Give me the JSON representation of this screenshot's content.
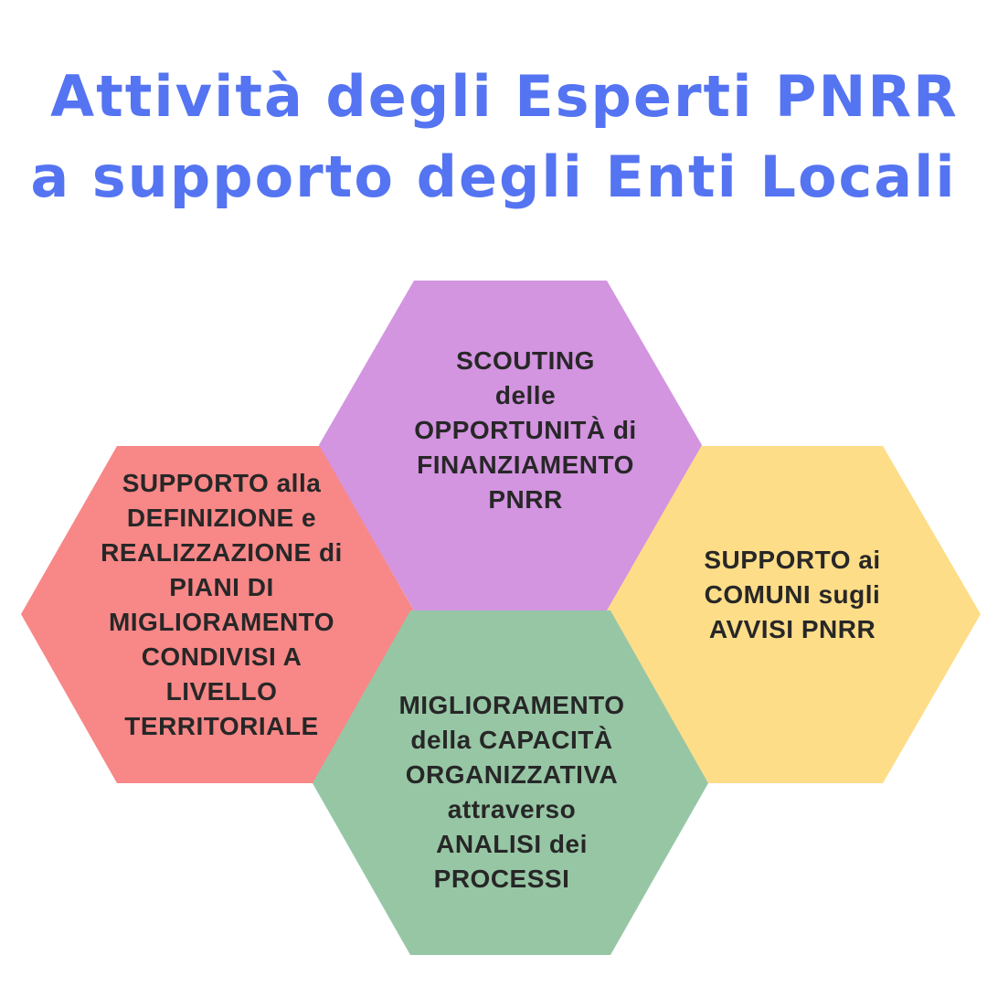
{
  "title": {
    "line1": "Attività degli Esperti PNRR",
    "line2": "a supporto degli Enti Locali",
    "color": "#5574f2"
  },
  "hexagons": [
    {
      "id": "scouting",
      "color": "#d394e0",
      "lines": [
        "SCOUTING",
        "delle",
        "OPPORTUNITÀ di",
        "FINANZIAMENTO",
        "PNRR"
      ]
    },
    {
      "id": "piani",
      "color": "#f88787",
      "lines": [
        "SUPPORTO alla",
        "DEFINIZIONE e",
        "REALIZZAZIONE di",
        "PIANI DI",
        "MIGLIORAMENTO",
        "CONDIVISI A",
        "LIVELLO",
        "TERRITORIALE"
      ]
    },
    {
      "id": "avvisi",
      "color": "#fedd88",
      "lines": [
        "SUPPORTO ai",
        "COMUNI sugli",
        "AVVISI PNRR"
      ]
    },
    {
      "id": "capacita",
      "color": "#97c6a5",
      "lines": [
        "MIGLIORAMENTO",
        "della CAPACITÀ",
        "ORGANIZZATIVA",
        "attraverso",
        "ANALISI dei",
        "PROCESSI"
      ]
    }
  ]
}
